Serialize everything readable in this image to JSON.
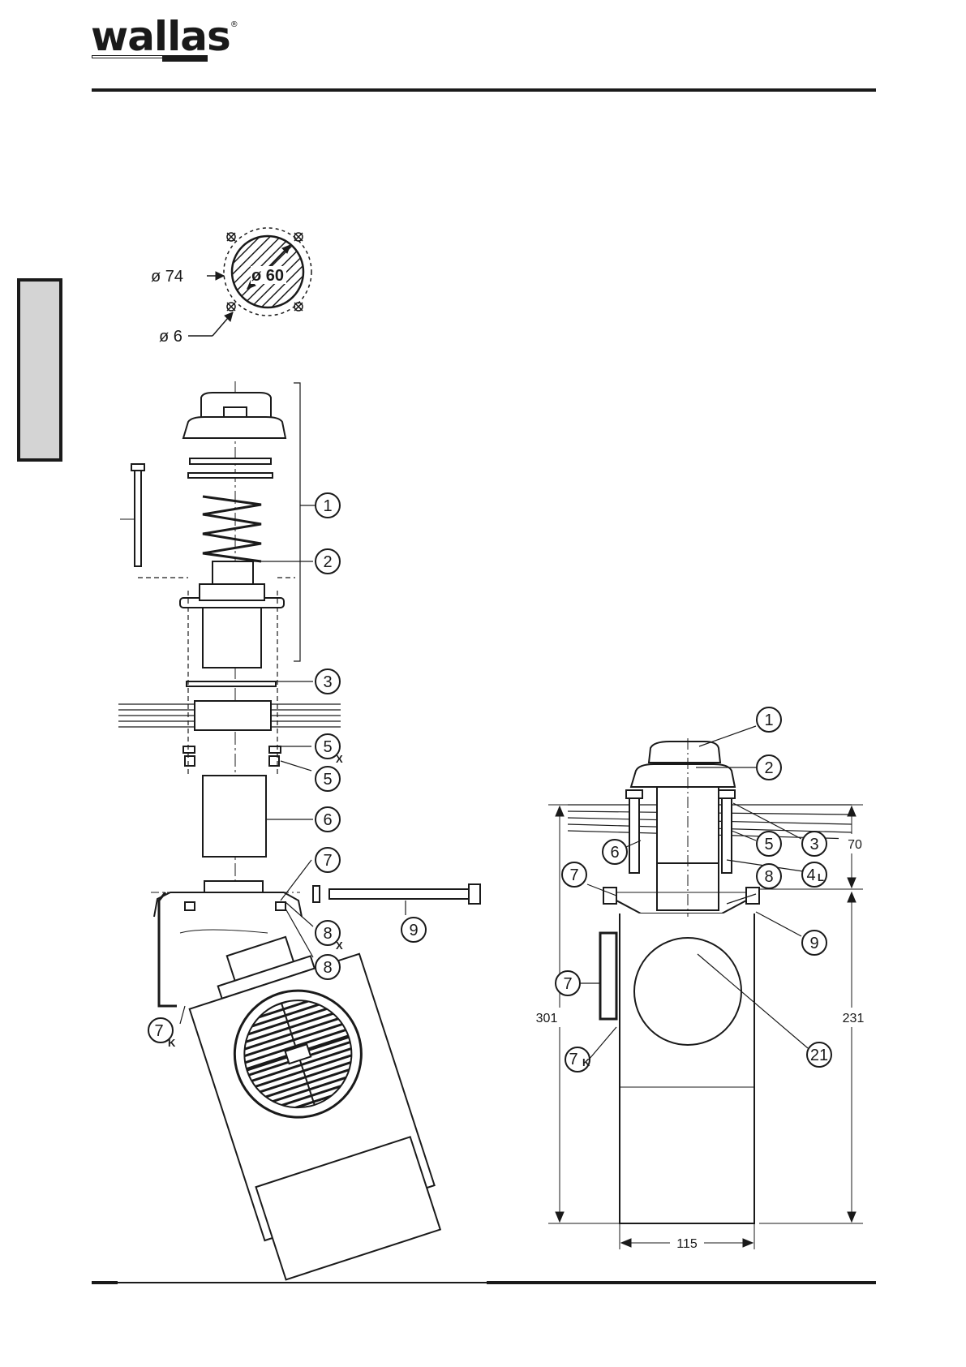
{
  "header": {
    "brand": "wallas",
    "registered": "®"
  },
  "hole_diagram": {
    "outer_dia": "ø 74",
    "inner_dia": "ø 60",
    "bolt_hole_dia": "ø 6"
  },
  "exploded_callouts": [
    {
      "num": "1",
      "sub": ""
    },
    {
      "num": "2",
      "sub": ""
    },
    {
      "num": "3",
      "sub": ""
    },
    {
      "num": "5",
      "sub": "X"
    },
    {
      "num": "5",
      "sub": ""
    },
    {
      "num": "6",
      "sub": ""
    },
    {
      "num": "7",
      "sub": ""
    },
    {
      "num": "9",
      "sub": ""
    },
    {
      "num": "8",
      "sub": "X"
    },
    {
      "num": "8",
      "sub": ""
    },
    {
      "num": "7",
      "sub": "K"
    }
  ],
  "assembled_callouts": [
    {
      "num": "1",
      "sub": ""
    },
    {
      "num": "2",
      "sub": ""
    },
    {
      "num": "6",
      "sub": ""
    },
    {
      "num": "5",
      "sub": ""
    },
    {
      "num": "3",
      "sub": ""
    },
    {
      "num": "4",
      "sub": "L"
    },
    {
      "num": "7",
      "sub": ""
    },
    {
      "num": "8",
      "sub": ""
    },
    {
      "num": "9",
      "sub": ""
    },
    {
      "num": "7",
      "sub": ""
    },
    {
      "num": "7",
      "sub": "K"
    },
    {
      "num": "21",
      "sub": ""
    }
  ],
  "dimensions": {
    "height_total": "301",
    "height_upper": "70",
    "height_lower": "231",
    "width": "115"
  }
}
